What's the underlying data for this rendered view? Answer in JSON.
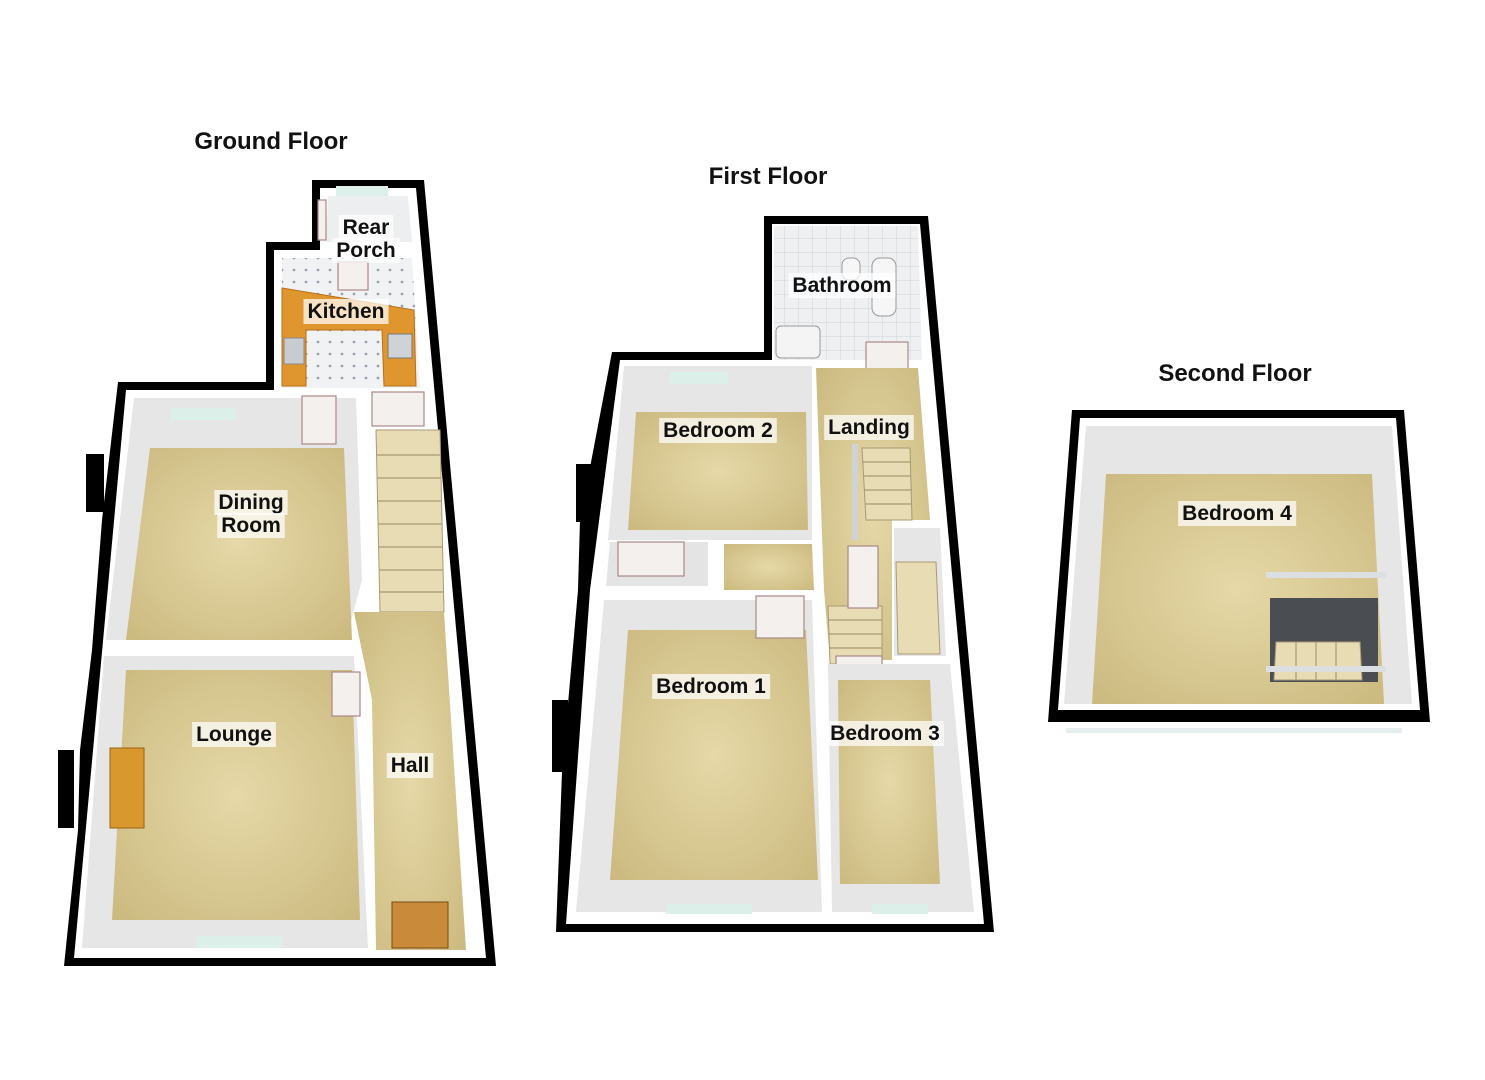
{
  "floors": [
    {
      "title": "Ground Floor",
      "rooms": [
        "Rear Porch",
        "Kitchen",
        "Dining Room",
        "Lounge",
        "Hall"
      ]
    },
    {
      "title": "First Floor",
      "rooms": [
        "Bathroom",
        "Bedroom 2",
        "Landing",
        "Bedroom 1",
        "Bedroom 3"
      ]
    },
    {
      "title": "Second Floor",
      "rooms": [
        "Bedroom 4"
      ]
    }
  ],
  "labels": {
    "rear_porch_line1": "Rear",
    "rear_porch_line2": "Porch",
    "kitchen": "Kitchen",
    "dining_line1": "Dining",
    "dining_line2": "Room",
    "lounge": "Lounge",
    "hall": "Hall",
    "bathroom": "Bathroom",
    "bedroom2": "Bedroom 2",
    "landing": "Landing",
    "bedroom1": "Bedroom 1",
    "bedroom3": "Bedroom 3",
    "bedroom4": "Bedroom 4"
  },
  "colors": {
    "wall": "#000000",
    "carpet": "#d6c690",
    "counter": "#e0962f",
    "tile": "#e9ecee"
  }
}
